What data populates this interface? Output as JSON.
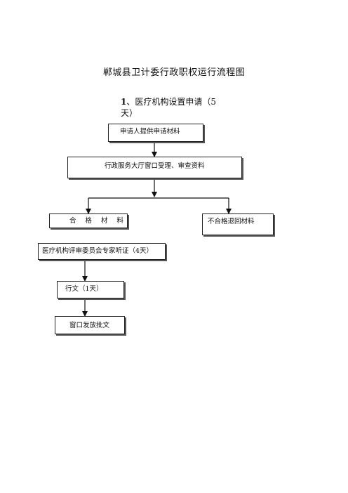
{
  "document": {
    "title": "郸城县卫计委行政职权运行流程图",
    "section": {
      "number": "1",
      "text": "、医疗机构设置申请（5天）"
    }
  },
  "flowchart": {
    "steps": {
      "apply": "申请人提供申请材料",
      "accept": "行政服务大厅窗口受理、审查资料",
      "qualified": "合 格 材 料",
      "rejected": "不合格退回材料",
      "review": "医疗机构评审委员会专家听证（4天）",
      "document": "行文（1天）",
      "issue": "窗口发放批文"
    }
  }
}
